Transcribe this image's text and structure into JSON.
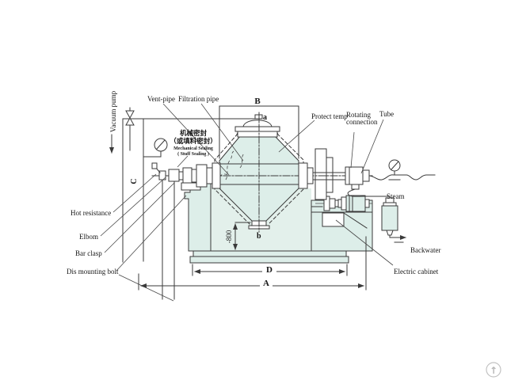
{
  "labels": {
    "vent_pipe": "Vent-pipe",
    "filtration_pipe": "Filtration pipe",
    "protect_temp": "Protect temp",
    "rotating_line1": "Rotating",
    "rotating_line2": "connection",
    "tube": "Tube",
    "vacuum_pump": "Vacuum pump",
    "seal_cn_line1": "机械密封",
    "seal_cn_line2": "（或填料密封）",
    "seal_en_line1": "Mechanical Sealing",
    "seal_en_line2": "( Stuff Sealing )",
    "hot_resistance": "Hot resistance",
    "elbow": "Elbom",
    "bar_clasp": "Bar clasp",
    "dis_mounting_bolt": "Dis mounting bolt",
    "steam": "Steam",
    "backwater": "Backwater",
    "electric_cabinet": "Electric cabinet"
  },
  "dimensions": {
    "top_width": "B",
    "height": "C",
    "base_width": "D",
    "overall_width": "A",
    "discharge_height": "-800",
    "port_top": "a",
    "port_bottom": "b"
  },
  "icons": {
    "scroll_top_arrow": "↑"
  },
  "colors": {
    "line": "#3a3a3a",
    "fill_tint": "#ddeee9",
    "text": "#161616",
    "watermark": "#c2c2c2"
  }
}
